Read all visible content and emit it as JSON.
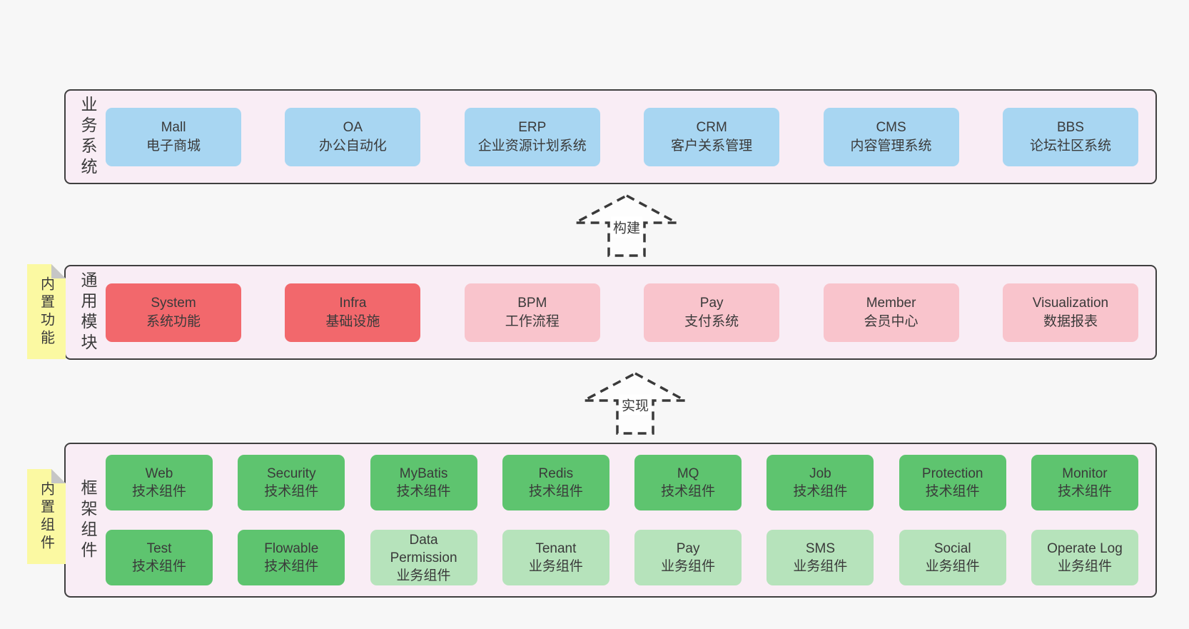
{
  "colors": {
    "page_bg": "#f7f7f7",
    "band_bg": "#f9edf5",
    "band_border": "#3f3f3f",
    "blue": "#a8d6f2",
    "red": "#f2686c",
    "pink": "#f9c4cc",
    "green_dark": "#5ec46f",
    "green_light": "#b6e3bb",
    "yellow_note": "#fbf9a2",
    "note_fold": "#c6c6c6",
    "text": "#3a3a3a",
    "arrow_fill": "#fdfdfd"
  },
  "arrows": [
    {
      "label": "构建"
    },
    {
      "label": "实现"
    }
  ],
  "notes": [
    {
      "label": "内置功能"
    },
    {
      "label": "内置组件"
    }
  ],
  "bands": [
    {
      "id": "business-systems",
      "label": "业务系统",
      "rows": [
        [
          {
            "name": "Mall",
            "desc": "电子商城",
            "type": "blue"
          },
          {
            "name": "OA",
            "desc": "办公自动化",
            "type": "blue"
          },
          {
            "name": "ERP",
            "desc": "企业资源计划系统",
            "type": "blue"
          },
          {
            "name": "CRM",
            "desc": "客户关系管理",
            "type": "blue"
          },
          {
            "name": "CMS",
            "desc": "内容管理系统",
            "type": "blue"
          },
          {
            "name": "BBS",
            "desc": "论坛社区系统",
            "type": "blue"
          }
        ]
      ]
    },
    {
      "id": "common-modules",
      "label": "通用模块",
      "rows": [
        [
          {
            "name": "System",
            "desc": "系统功能",
            "type": "red"
          },
          {
            "name": "Infra",
            "desc": "基础设施",
            "type": "red"
          },
          {
            "name": "BPM",
            "desc": "工作流程",
            "type": "pink"
          },
          {
            "name": "Pay",
            "desc": "支付系统",
            "type": "pink"
          },
          {
            "name": "Member",
            "desc": "会员中心",
            "type": "pink"
          },
          {
            "name": "Visualization",
            "desc": "数据报表",
            "type": "pink"
          }
        ]
      ]
    },
    {
      "id": "framework-components",
      "label": "框架组件",
      "rows": [
        [
          {
            "name": "Web",
            "desc": "技术组件",
            "type": "green-dark"
          },
          {
            "name": "Security",
            "desc": "技术组件",
            "type": "green-dark"
          },
          {
            "name": "MyBatis",
            "desc": "技术组件",
            "type": "green-dark"
          },
          {
            "name": "Redis",
            "desc": "技术组件",
            "type": "green-dark"
          },
          {
            "name": "MQ",
            "desc": "技术组件",
            "type": "green-dark"
          },
          {
            "name": "Job",
            "desc": "技术组件",
            "type": "green-dark"
          },
          {
            "name": "Protection",
            "desc": "技术组件",
            "type": "green-dark"
          },
          {
            "name": "Monitor",
            "desc": "技术组件",
            "type": "green-dark"
          }
        ],
        [
          {
            "name": "Test",
            "desc": "技术组件",
            "type": "green-dark"
          },
          {
            "name": "Flowable",
            "desc": "技术组件",
            "type": "green-dark"
          },
          {
            "name": "Data Permission",
            "desc": "业务组件",
            "type": "green-light"
          },
          {
            "name": "Tenant",
            "desc": "业务组件",
            "type": "green-light"
          },
          {
            "name": "Pay",
            "desc": "业务组件",
            "type": "green-light"
          },
          {
            "name": "SMS",
            "desc": "业务组件",
            "type": "green-light"
          },
          {
            "name": "Social",
            "desc": "业务组件",
            "type": "green-light"
          },
          {
            "name": "Operate Log",
            "desc": "业务组件",
            "type": "green-light"
          }
        ]
      ]
    }
  ]
}
